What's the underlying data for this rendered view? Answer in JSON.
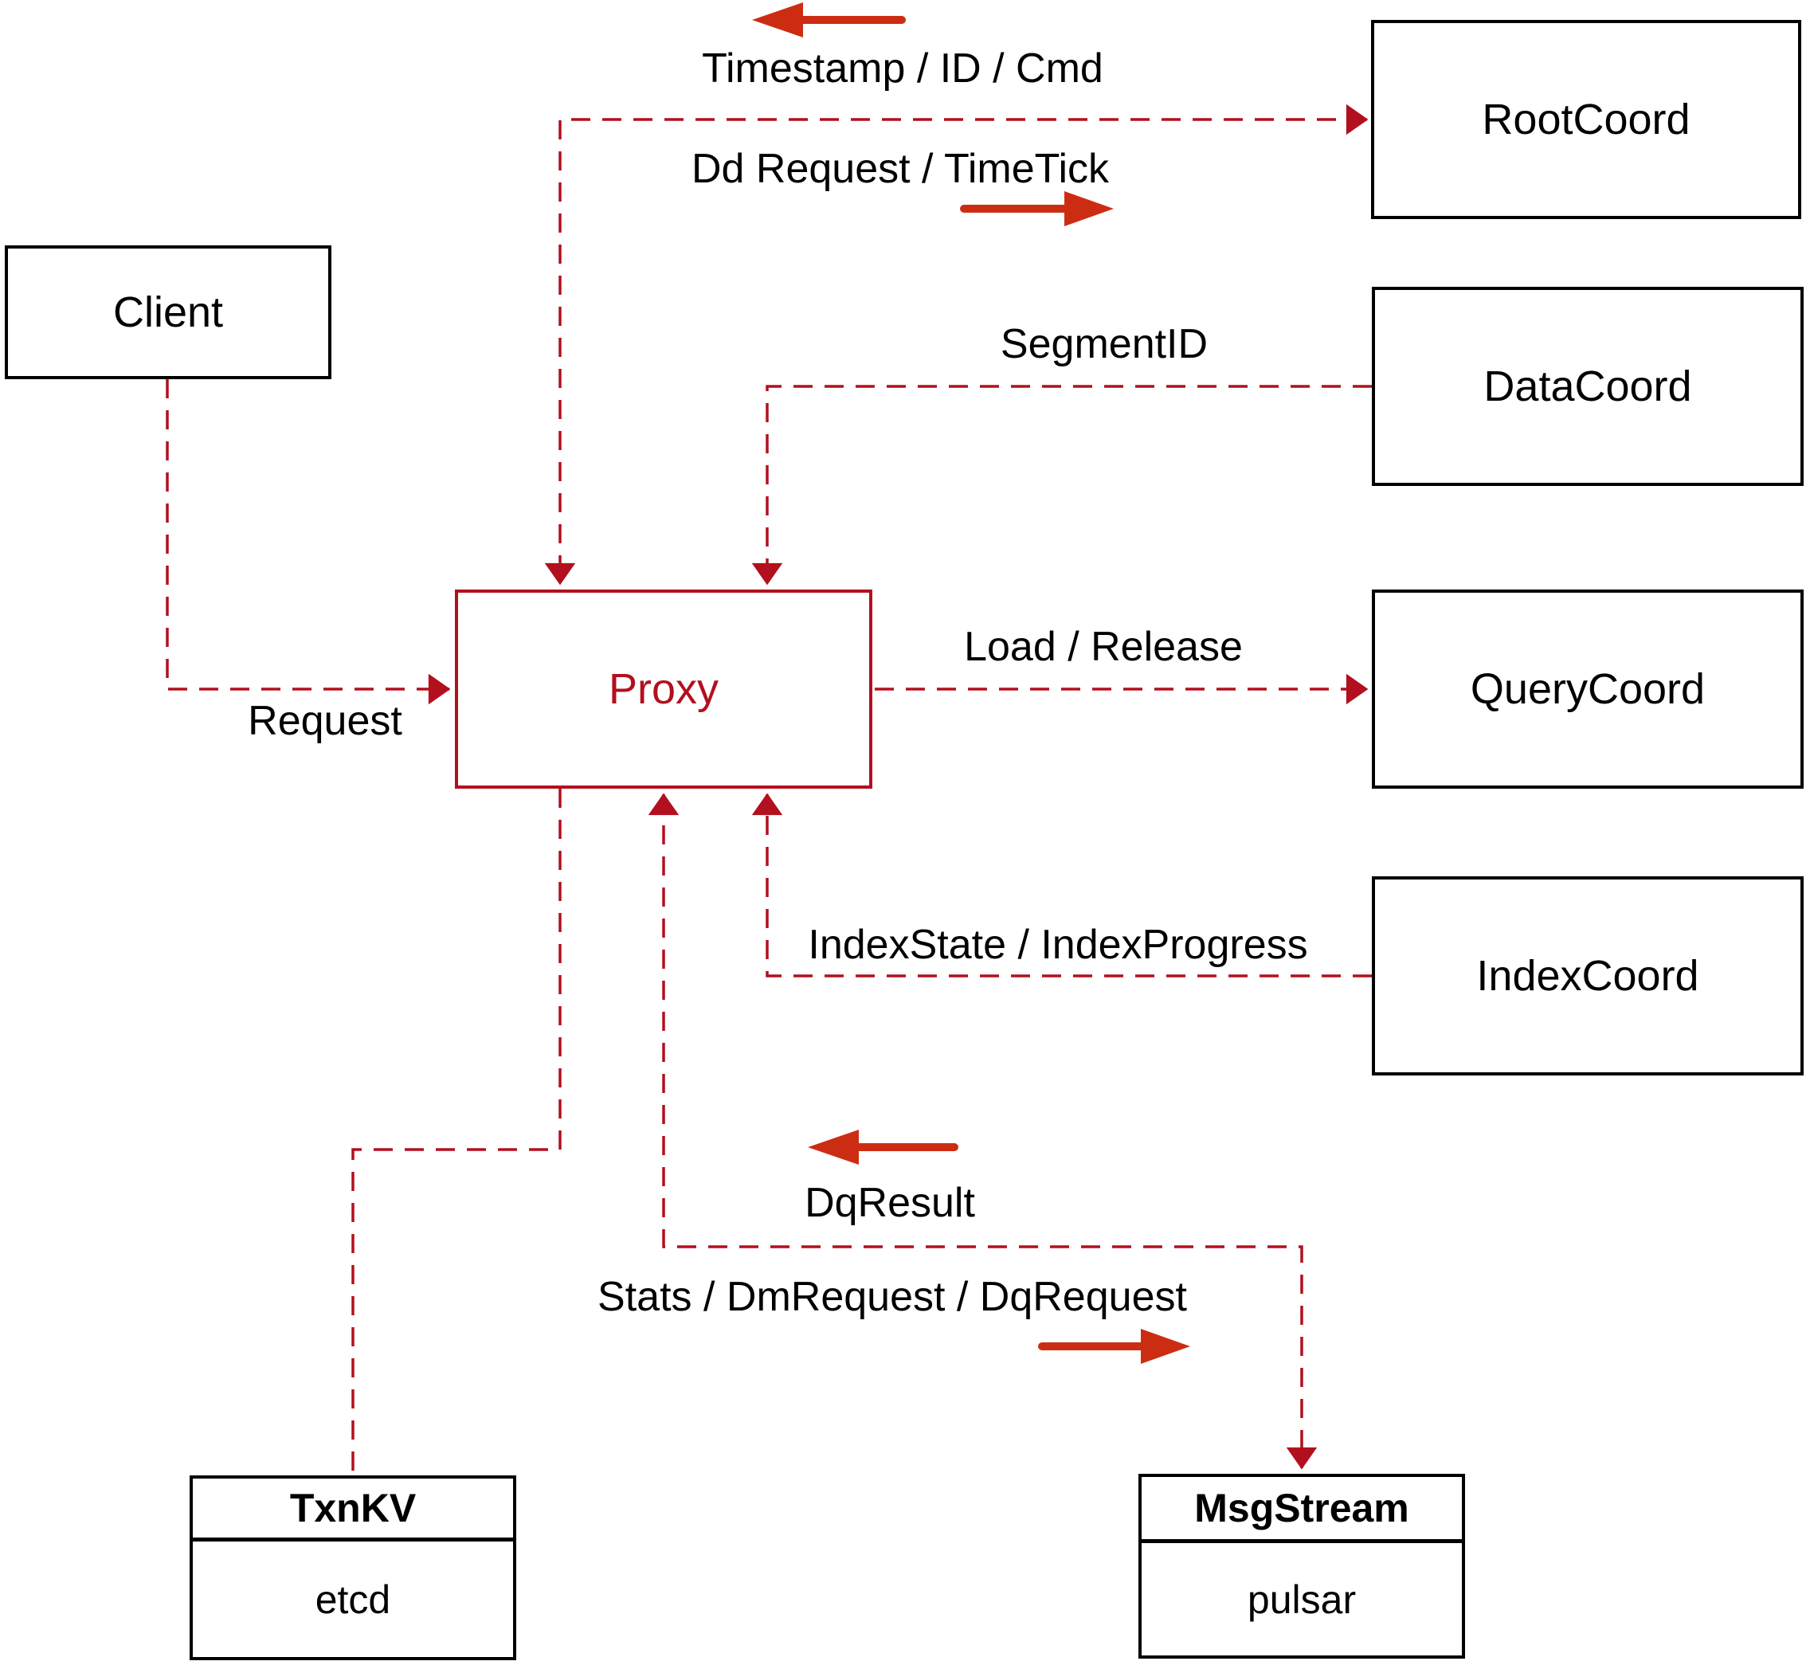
{
  "diagram": {
    "nodes": {
      "client": {
        "label": "Client"
      },
      "rootcoord": {
        "label": "RootCoord"
      },
      "datacoord": {
        "label": "DataCoord"
      },
      "querycoord": {
        "label": "QueryCoord"
      },
      "indexcoord": {
        "label": "IndexCoord"
      },
      "proxy": {
        "label": "Proxy"
      },
      "txnkv": {
        "label": "TxnKV",
        "sublabel": "etcd"
      },
      "msgstream": {
        "label": "MsgStream",
        "sublabel": "pulsar"
      }
    },
    "edge_labels": {
      "timestamp_id_cmd": "Timestamp / ID / Cmd",
      "dd_request_timetick": "Dd Request / TimeTick",
      "segment_id": "SegmentID",
      "load_release": "Load / Release",
      "index_state_progress": "IndexState / IndexProgress",
      "request": "Request",
      "dq_result": "DqResult",
      "stats_dm_dq": "Stats / DmRequest / DqRequest"
    },
    "colors": {
      "dashed_line": "#b2101f",
      "solid_arrow": "#cc2d12",
      "node_border": "#000000",
      "proxy_accent": "#b2101f",
      "background": "#ffffff"
    }
  }
}
